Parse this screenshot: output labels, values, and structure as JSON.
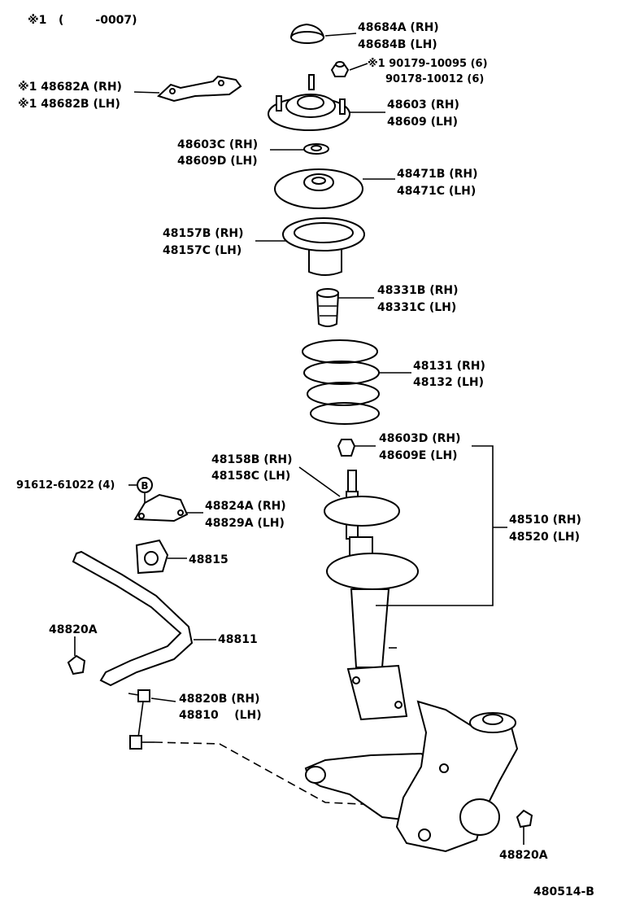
{
  "note": {
    "symbol": "※1",
    "range": "(        -0007)"
  },
  "labels": {
    "p48684": [
      "48684A (RH)",
      "48684B (LH)"
    ],
    "p90179": [
      "※1 90179-10095 (6)",
      "90178-10012 (6)"
    ],
    "p48682": [
      "※1 48682A (RH)",
      "※1 48682B (LH)"
    ],
    "p48603": [
      "48603 (RH)",
      "48609 (LH)"
    ],
    "p48603c": [
      "48603C (RH)",
      "48609D (LH)"
    ],
    "p48471": [
      "48471B (RH)",
      "48471C (LH)"
    ],
    "p48157": [
      "48157B (RH)",
      "48157C (LH)"
    ],
    "p48331": [
      "48331B (RH)",
      "48331C (LH)"
    ],
    "p48131": [
      "48131 (RH)",
      "48132 (LH)"
    ],
    "p48603d": [
      "48603D (RH)",
      "48609E (LH)"
    ],
    "p48158": [
      "48158B (RH)",
      "48158C (LH)"
    ],
    "p91612": "91612-61022 (4)",
    "ref_b": "B",
    "p48824": [
      "48824A (RH)",
      "48829A (LH)"
    ],
    "p48510": [
      "48510 (RH)",
      "48520 (LH)"
    ],
    "p48815": "48815",
    "p48820a_left": "48820A",
    "p48811": "48811",
    "p48820b": [
      "48820B (RH)",
      "48810    (LH)"
    ],
    "p48820a_right": "48820A"
  },
  "figure_id": "480514-B"
}
